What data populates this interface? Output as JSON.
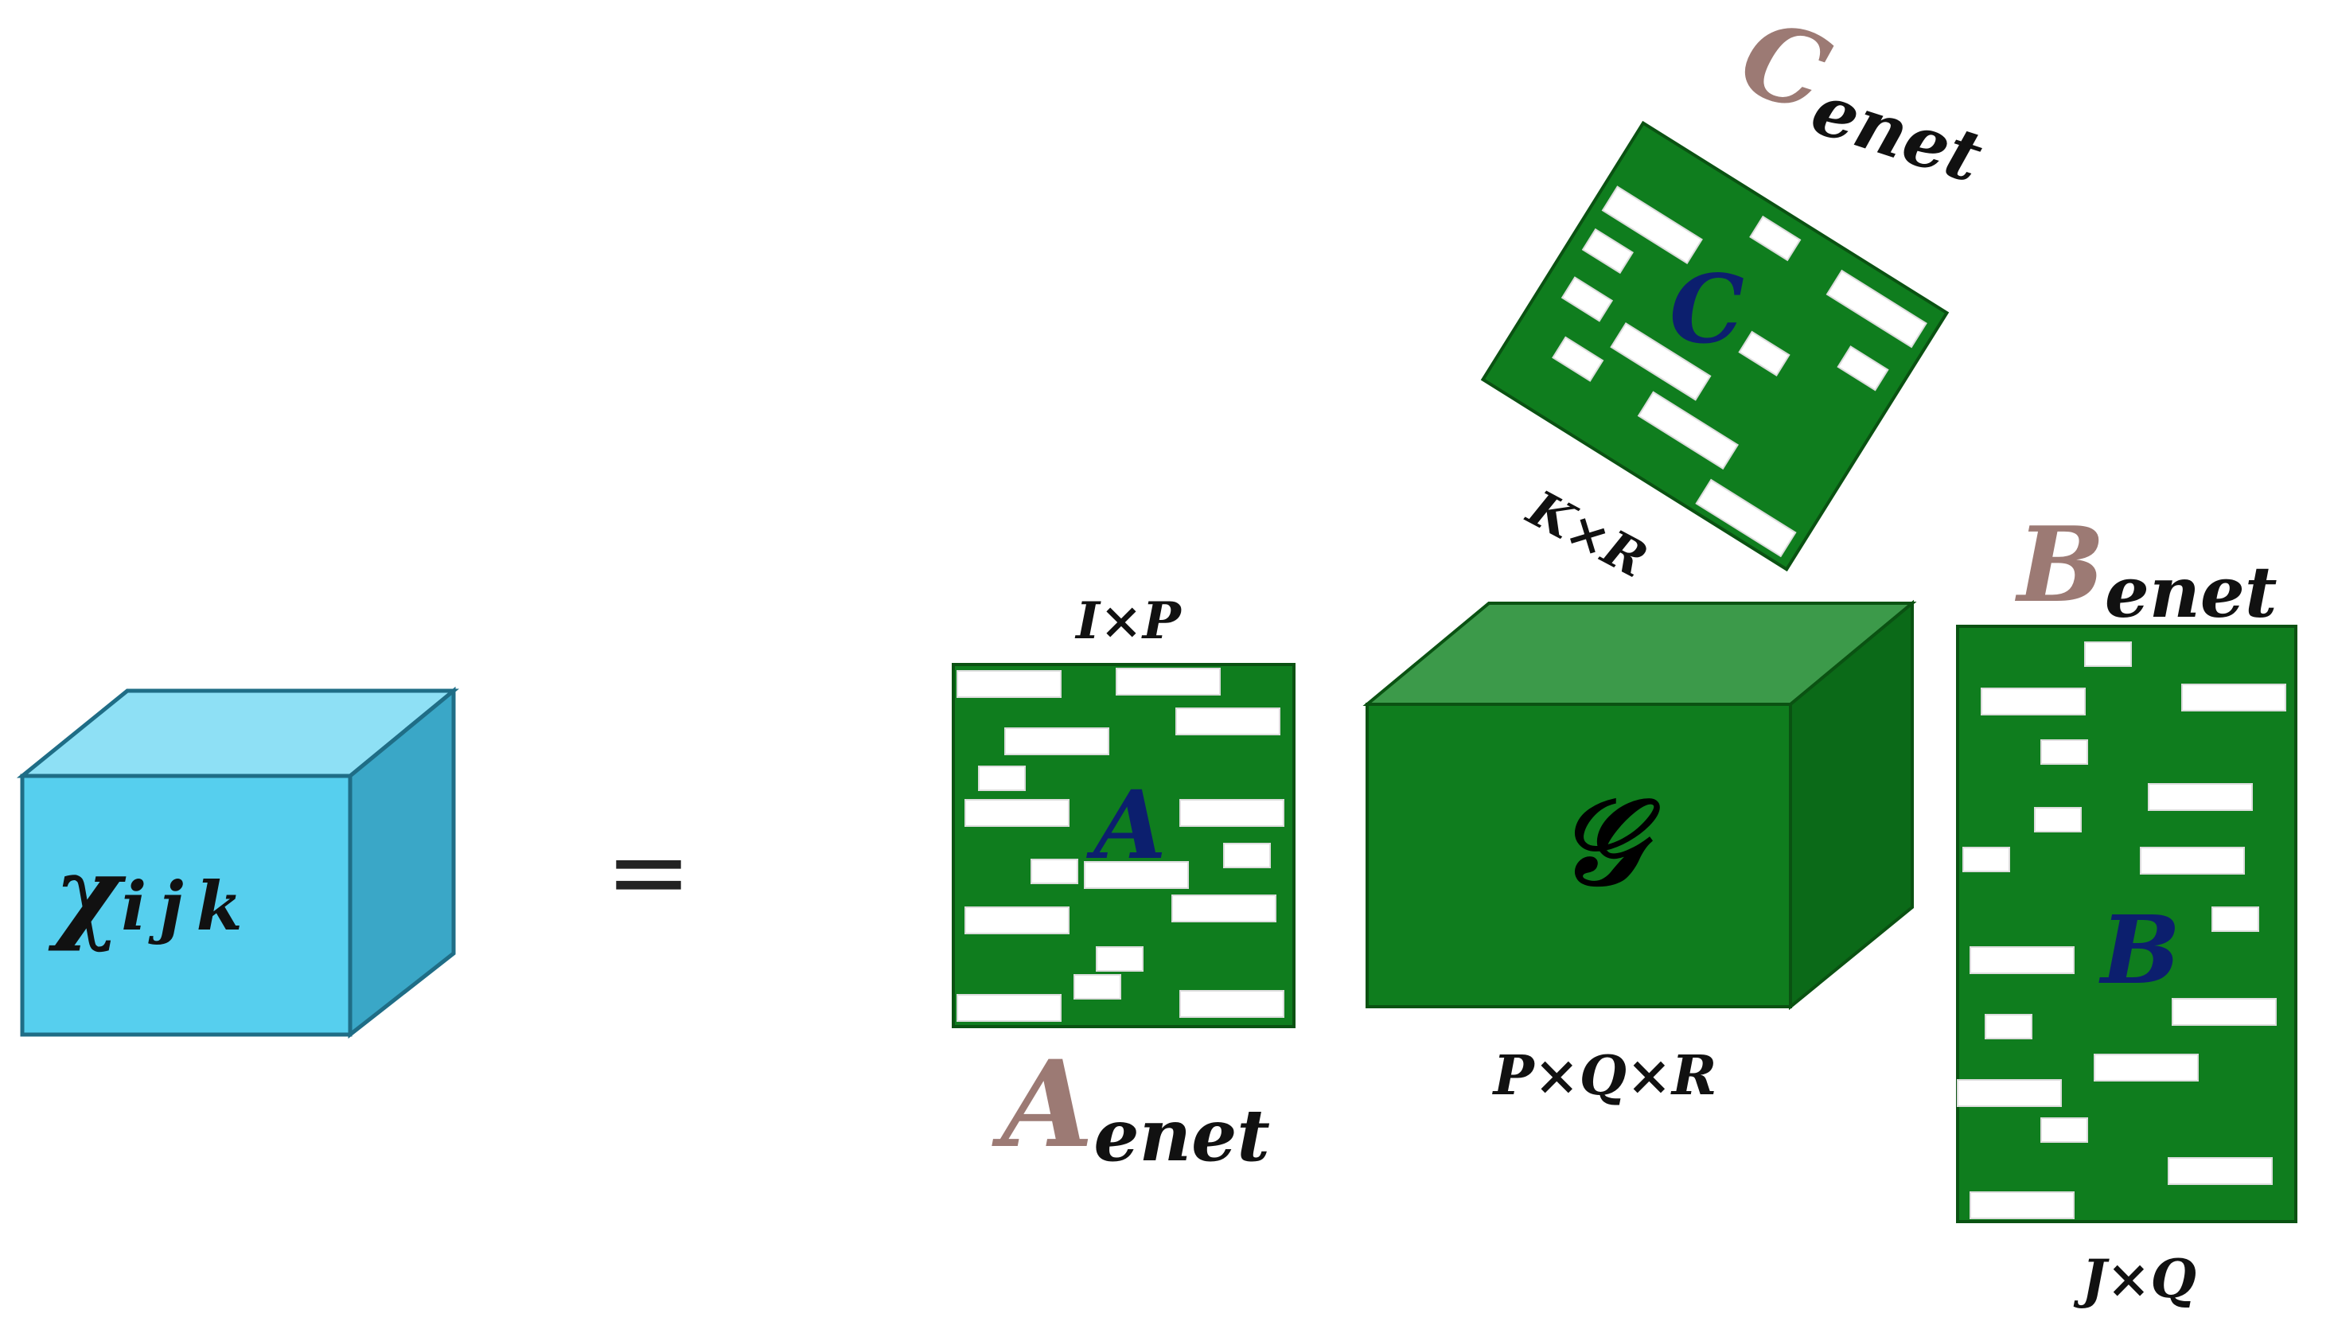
{
  "colors": {
    "tensor_front": "#56cfee",
    "tensor_top": "#8ee0f5",
    "tensor_side": "#3aa7c7",
    "tensor_edge": "#1f6d86",
    "factor_green": "#0f7d1e",
    "core_top": "#3c9a4a",
    "core_side": "#0b6a18",
    "matrix_letter": "#0c1f6e",
    "name_base": "#9c7a74",
    "subscript": "#111111"
  },
  "tensor": {
    "symbol": "χ",
    "indices": "ijk",
    "icon": "cube-icon"
  },
  "equals": "=",
  "factor_a": {
    "letter": "A",
    "name": "A",
    "sub": "enet",
    "dims": "I×P",
    "icon": "sparse-matrix-icon"
  },
  "factor_b": {
    "letter": "B",
    "name": "B",
    "sub": "enet",
    "dims": "J×Q",
    "icon": "sparse-matrix-icon"
  },
  "factor_c": {
    "letter": "C",
    "name": "C",
    "sub": "enet",
    "dims": "K×R",
    "icon": "sparse-matrix-icon"
  },
  "core": {
    "symbol": "𝒢",
    "dims": "P×Q×R",
    "icon": "cube-icon"
  }
}
